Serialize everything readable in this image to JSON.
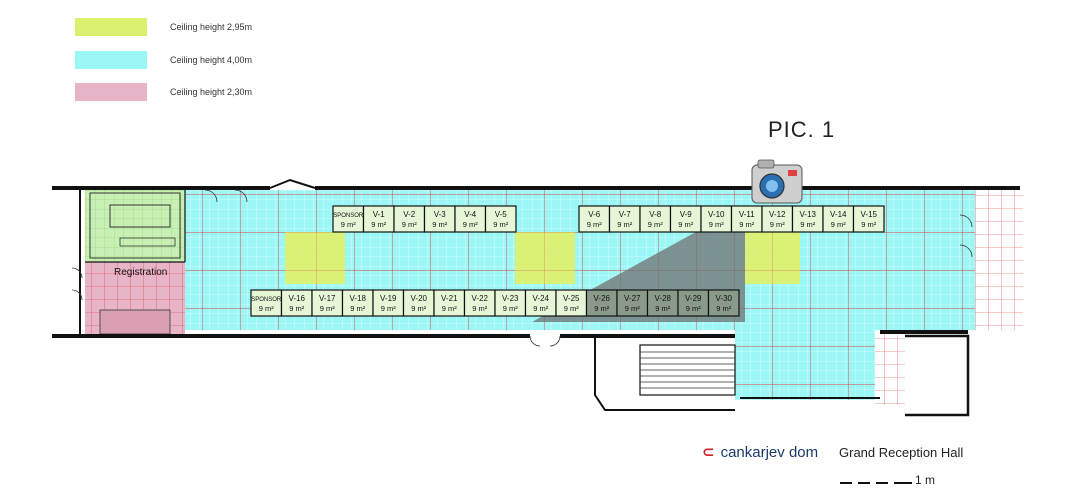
{
  "legend": [
    {
      "label": "Ceiling height 2,95m",
      "color": "#dcf06f"
    },
    {
      "label": "Ceiling height 4,00m",
      "color": "#9bf6f6"
    },
    {
      "label": "Ceiling height 2,30m",
      "color": "#e8b4c7"
    }
  ],
  "pic_label": "PIC. 1",
  "booths_top": [
    {
      "name": "SPONSOR",
      "area": "9 m²"
    },
    {
      "name": "V-1",
      "area": "9 m²"
    },
    {
      "name": "V-2",
      "area": "9 m²"
    },
    {
      "name": "V-3",
      "area": "9 m²"
    },
    {
      "name": "V-4",
      "area": "9 m²"
    },
    {
      "name": "V-5",
      "area": "9 m²"
    },
    {
      "name": "V-6",
      "area": "9 m²"
    },
    {
      "name": "V-7",
      "area": "9 m²"
    },
    {
      "name": "V-8",
      "area": "9 m²"
    },
    {
      "name": "V-9",
      "area": "9 m²"
    },
    {
      "name": "V-10",
      "area": "9 m²"
    },
    {
      "name": "V-11",
      "area": "9 m²"
    },
    {
      "name": "V-12",
      "area": "9 m²"
    },
    {
      "name": "V-13",
      "area": "9 m²"
    },
    {
      "name": "V-14",
      "area": "9 m²"
    },
    {
      "name": "V-15",
      "area": "9 m²"
    }
  ],
  "booths_bottom": [
    {
      "name": "SPONSOR",
      "area": "9 m²"
    },
    {
      "name": "V-16",
      "area": "9 m²"
    },
    {
      "name": "V-17",
      "area": "9 m²"
    },
    {
      "name": "V-18",
      "area": "9 m²"
    },
    {
      "name": "V-19",
      "area": "9 m²"
    },
    {
      "name": "V-20",
      "area": "9 m²"
    },
    {
      "name": "V-21",
      "area": "9 m²"
    },
    {
      "name": "V-22",
      "area": "9 m²"
    },
    {
      "name": "V-23",
      "area": "9 m²"
    },
    {
      "name": "V-24",
      "area": "9 m²"
    },
    {
      "name": "V-25",
      "area": "9 m²"
    },
    {
      "name": "V-26",
      "area": "9 m²"
    },
    {
      "name": "V-27",
      "area": "9 m²"
    },
    {
      "name": "V-28",
      "area": "9 m²"
    },
    {
      "name": "V-29",
      "area": "9 m²"
    },
    {
      "name": "V-30",
      "area": "9 m²"
    }
  ],
  "registration_label": "Registration",
  "brand": "cankarjev dom",
  "hall_name": "Grand Reception Hall",
  "scale_label": "1 m",
  "icons": {
    "camera": "camera-icon",
    "logo": "cankarjev-dom-logo-icon"
  },
  "colors": {
    "grid_red": "#e04040",
    "booth_fill": "#e6f7d8",
    "shade": "#777777",
    "wall": "#111111"
  }
}
